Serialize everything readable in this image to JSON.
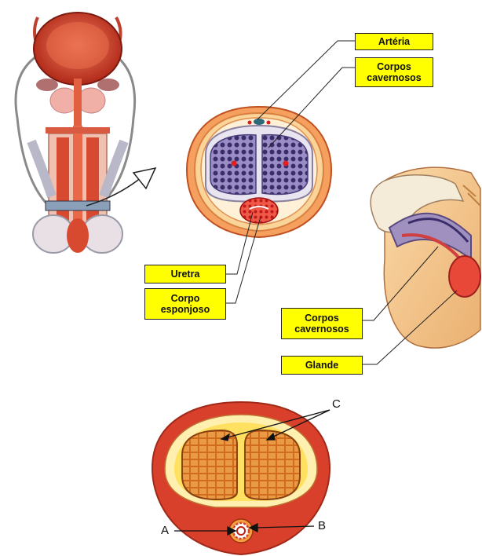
{
  "labels": {
    "arteria": "Artéria",
    "corpos_cavernosos_top": "Corpos\ncavernosos",
    "uretra": "Uretra",
    "corpo_esponjoso": "Corpo\nesponjoso",
    "corpos_cavernosos_side": "Corpos\ncavernosos",
    "glande": "Glande"
  },
  "letters": {
    "a": "A",
    "b": "B",
    "c": "C"
  },
  "colors": {
    "label_bg": "#ffff00",
    "tissue_red": "#d8402b",
    "cavernous_purple": "#7a6aa8",
    "erectile_tan": "#e08a2c"
  }
}
